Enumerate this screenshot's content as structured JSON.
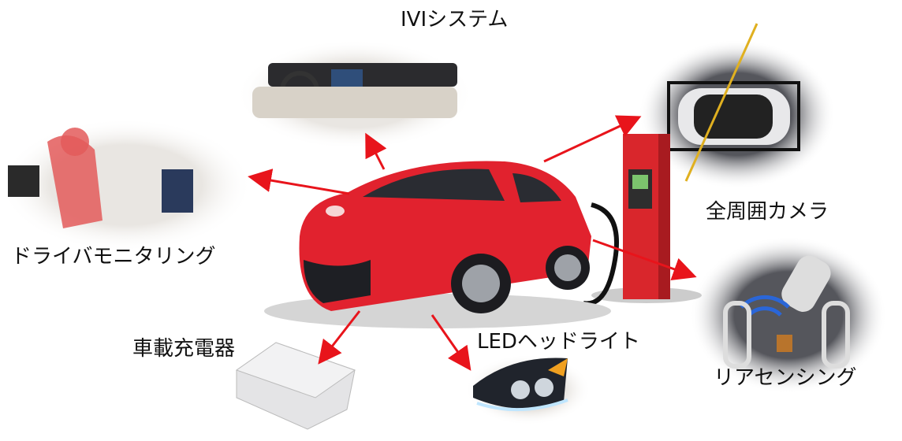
{
  "labels": {
    "ivi": "IVIシステム",
    "camera": "全周囲カメラ",
    "driver": "ドライバモニタリング",
    "rear": "リアセンシング",
    "charger": "車載充電器",
    "led": "LEDヘッドライト"
  },
  "colors": {
    "arrow": "#e8141b",
    "car_body": "#e1222e",
    "charger_post": "#d9262c"
  }
}
